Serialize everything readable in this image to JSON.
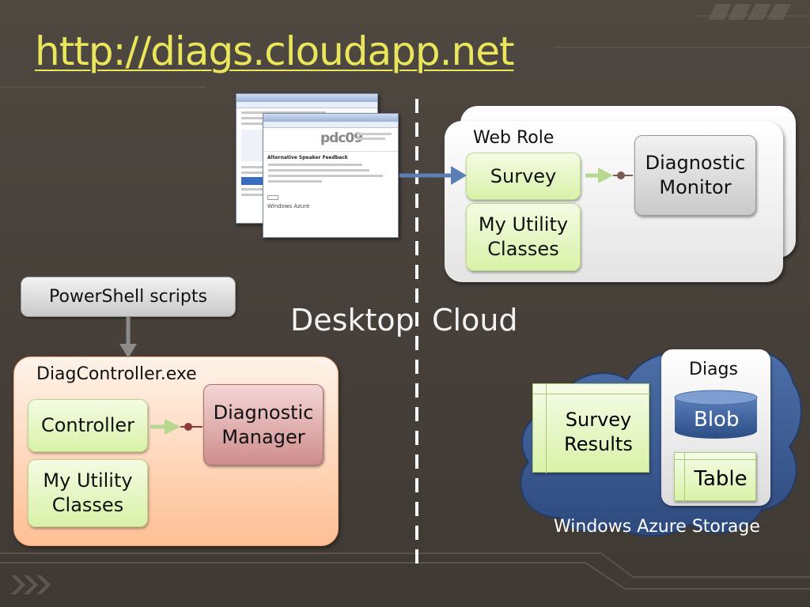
{
  "title": "http://diags.cloudapp.net",
  "divider": {
    "left_label": "Desktop",
    "right_label": "Cloud"
  },
  "web_role": {
    "label": "Web Role",
    "survey": "Survey",
    "utility": "My Utility Classes",
    "monitor": "Diagnostic Monitor"
  },
  "powershell": "PowerShell scripts",
  "diag_controller": {
    "label": "DiagController.exe",
    "controller": "Controller",
    "utility": "My Utility Classes",
    "manager": "Diagnostic Manager"
  },
  "storage": {
    "label": "Windows Azure Storage",
    "survey_results": "Survey Results",
    "diags": "Diags",
    "blob": "Blob",
    "table": "Table"
  },
  "browser_screenshot": {
    "pdc_logo": "pdc09",
    "azure_logo": "Windows Azure",
    "form_title": "Alternative Speaker Feedback"
  },
  "colors": {
    "title": "#e9e65c",
    "background": "#4a433d",
    "green_box": "#d9f2a8",
    "orange_panel": "#ffbf94",
    "storage_cloud": "#3f5f98",
    "arrow_blue": "#5a7fb5",
    "arrow_green": "#b6d88f"
  }
}
